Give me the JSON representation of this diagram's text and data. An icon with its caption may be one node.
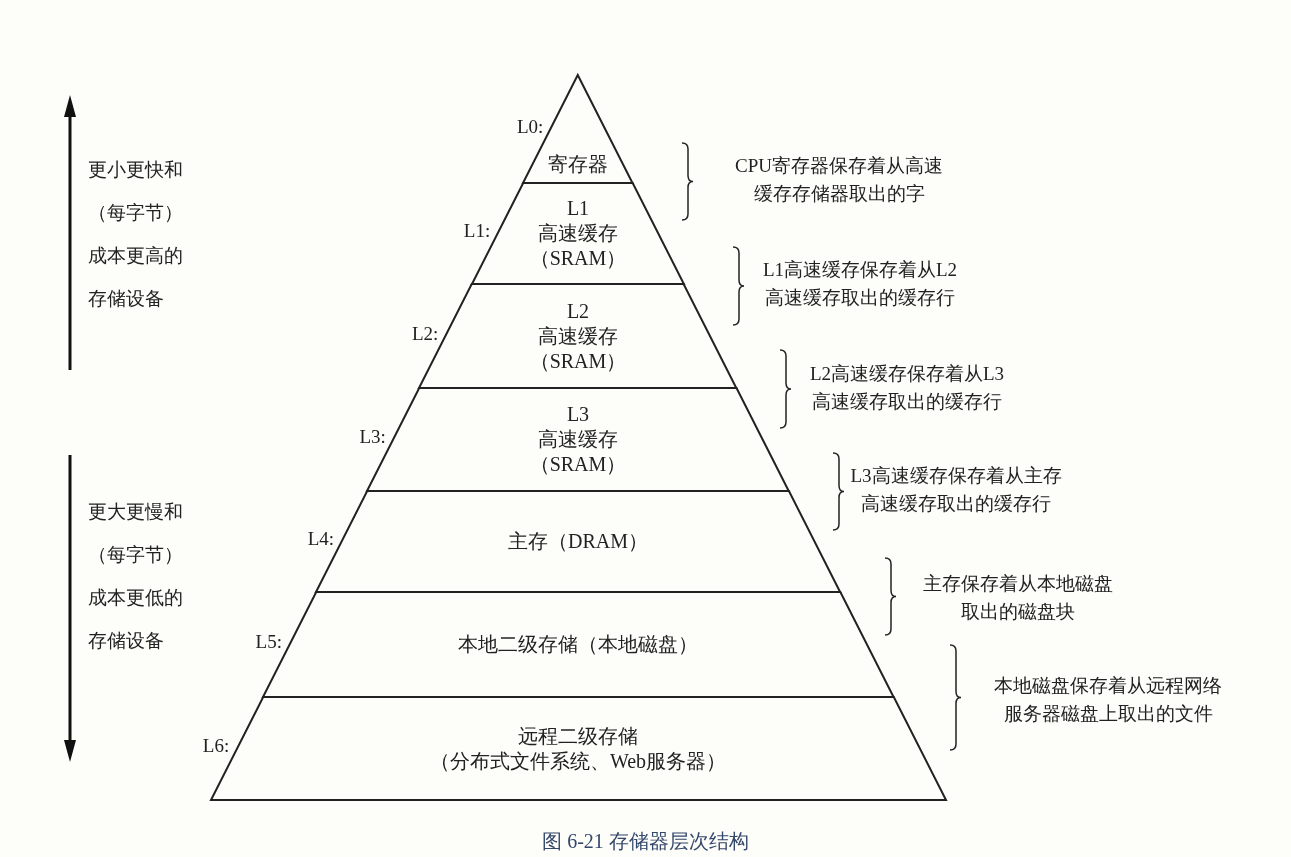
{
  "diagram": {
    "caption": "图 6-21 存储器层次结构",
    "nodes": [
      {
        "text": [
          "寄存器"
        ],
        "beside": [
          "L0:"
        ]
      },
      {
        "text": [
          "L1",
          "高速缓存",
          "（SRAM）"
        ],
        "beside": [
          "L1:"
        ]
      },
      {
        "text": [
          "L2",
          "高速缓存",
          "（SRAM）"
        ],
        "beside": [
          "L2:"
        ]
      },
      {
        "text": [
          "L3",
          "高速缓存",
          "（SRAM）"
        ],
        "beside": [
          "L3:"
        ]
      },
      {
        "text": [
          "主存（DRAM）"
        ],
        "beside": [
          "L4:"
        ]
      },
      {
        "text": [
          "本地二级存储（本地磁盘）"
        ],
        "beside": [
          "L5:"
        ]
      },
      {
        "text": [
          "远程二级存储",
          "（分布式文件系统、Web服务器）"
        ],
        "beside": [
          "L6:"
        ]
      }
    ],
    "edges": [],
    "labels": [
      "更小更快和（每字节）成本更高的存储设备",
      "CPU寄存器保存着从高速缓存存储器取出的字",
      "L1高速缓存保存着从L2高速缓存取出的缓存行",
      "L2高速缓存保存着从L3高速缓存取出的缓存行",
      "L3高速缓存保存着从主存高速缓存取出的缓存行",
      "更大更慢和（每字节）成本更低的存储设备",
      "主存保存着从本地磁盘取出的磁盘块",
      "本地磁盘保存着从远程网络服务器磁盘上取出的文件"
    ]
  }
}
